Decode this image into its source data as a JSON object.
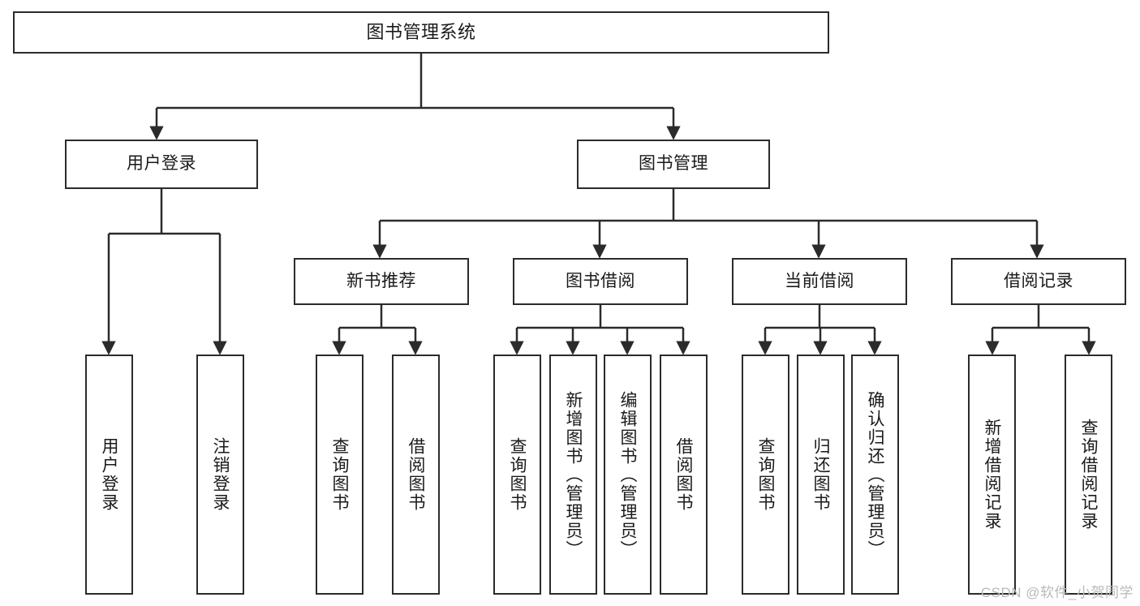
{
  "diagram": {
    "title": "图书管理系统",
    "watermark": "CSDN @软件_小贺同学",
    "line_color": "#2b2b2b",
    "box_fill": "#ffffff",
    "text_color": "#1a1a1a",
    "watermark_color": "#b9b9b9"
  },
  "nodes": {
    "root": {
      "label": "图书管理系统"
    },
    "level1": [
      {
        "label": "用户登录"
      },
      {
        "label": "图书管理"
      }
    ],
    "level2": [
      {
        "label": "新书推荐"
      },
      {
        "label": "图书借阅"
      },
      {
        "label": "当前借阅"
      },
      {
        "label": "借阅记录"
      }
    ],
    "leaves_user_login": [
      {
        "label": "用户登录"
      },
      {
        "label": "注销登录"
      }
    ],
    "leaves_new_book": [
      {
        "label": "查询图书"
      },
      {
        "label": "借阅图书"
      }
    ],
    "leaves_borrow": [
      {
        "label": "查询图书"
      },
      {
        "label": "新增图书（管理员）"
      },
      {
        "label": "编辑图书（管理员）"
      },
      {
        "label": "借阅图书"
      }
    ],
    "leaves_current": [
      {
        "label": "查询图书"
      },
      {
        "label": "归还图书"
      },
      {
        "label": "确认归还（管理员）"
      }
    ],
    "leaves_record": [
      {
        "label": "新增借阅记录"
      },
      {
        "label": "查询借阅记录"
      }
    ]
  }
}
